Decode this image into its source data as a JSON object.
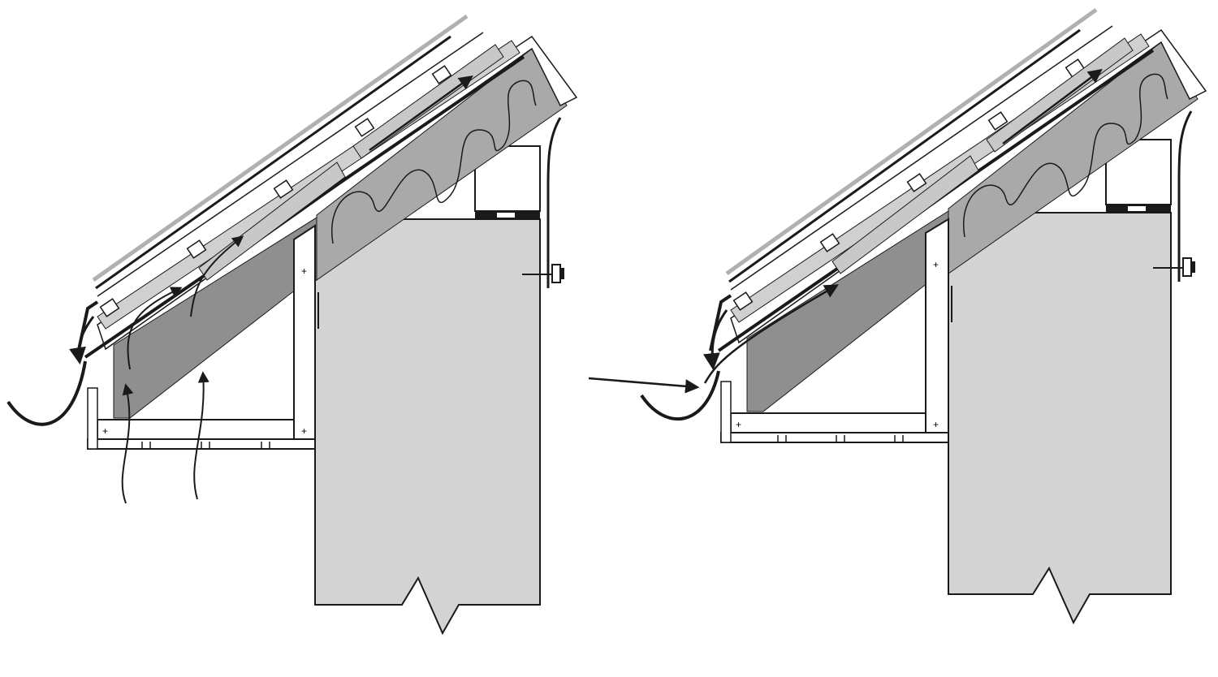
{
  "diagrams": [
    {
      "name": "eave-ventilation-through-soffit",
      "airflow_entry": "soffit"
    },
    {
      "name": "eave-ventilation-through-fascia-gap",
      "airflow_entry": "fascia"
    }
  ],
  "colors": {
    "wall": "#d3d3d3",
    "insulation": "#a9a9a9",
    "insulation_dark": "#8f8f8f",
    "line": "#1a1a1a",
    "tile": "#b8b8b8"
  },
  "icons": [
    "airflow-arrow-icon",
    "bolt-icon",
    "screw-mark-icon"
  ]
}
